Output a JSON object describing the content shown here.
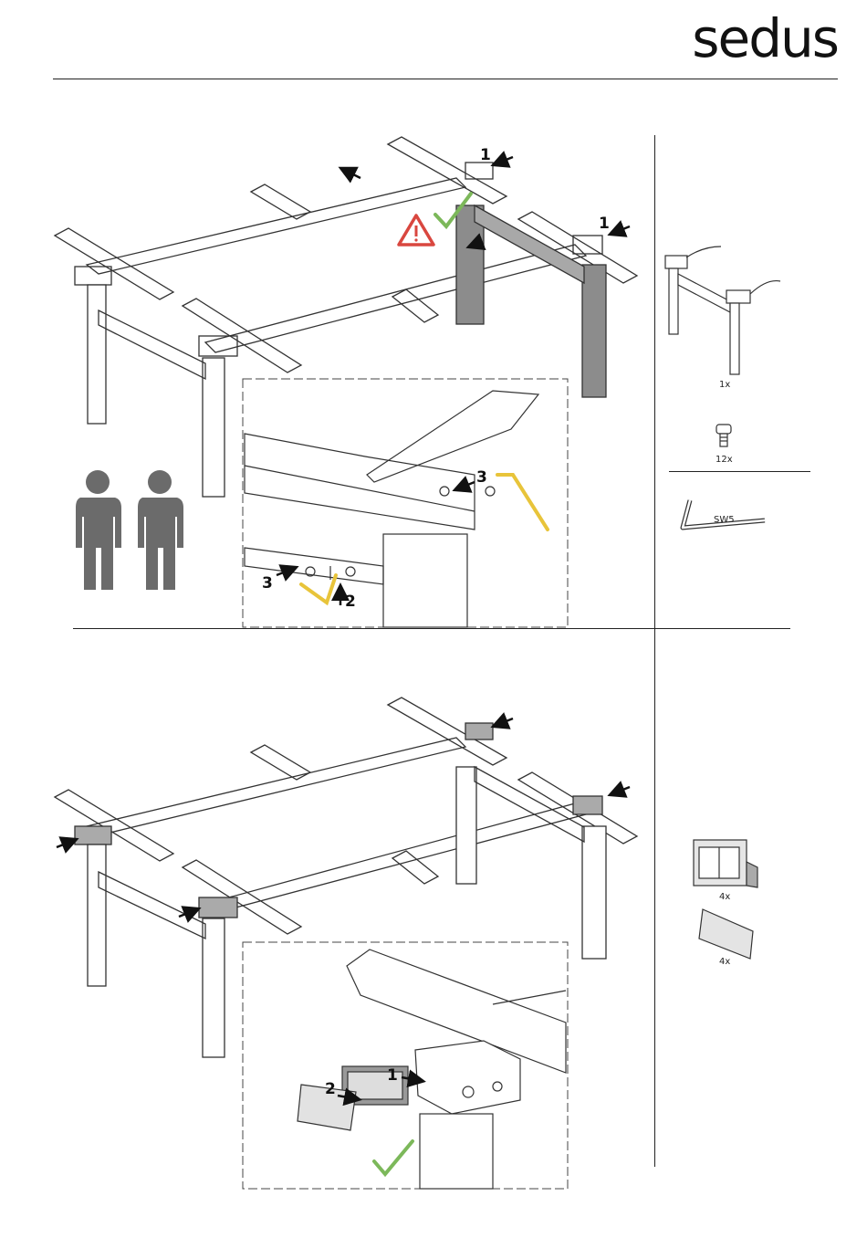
{
  "brand": {
    "logo": "sedus"
  },
  "step1": {
    "callouts": {
      "frame_left": "1",
      "frame_right": "1",
      "screw_upper": "3",
      "screw_lower": "3",
      "screw_up": "2"
    },
    "parts": {
      "frame_qty": "1x",
      "screw_qty": "12x",
      "tool_label": "SW5"
    },
    "persons": 2
  },
  "step2": {
    "callouts": {
      "detail_1": "1",
      "detail_2": "2"
    },
    "parts": {
      "cover_qty": "4x",
      "plate_qty": "4x"
    }
  },
  "colors": {
    "warning": "#d9473f",
    "check": "#7cb85a",
    "wrench": "#e8c43a",
    "person": "#6b6b6b"
  }
}
